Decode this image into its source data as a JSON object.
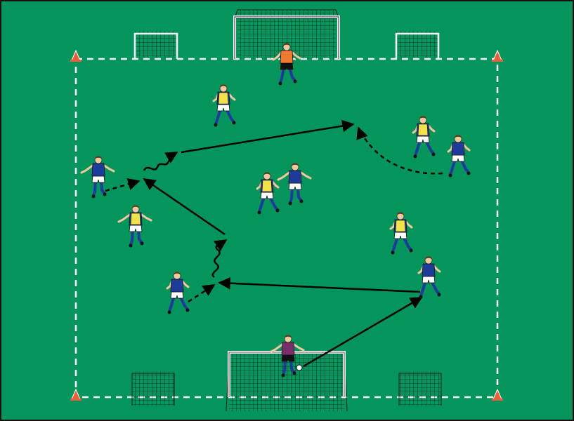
{
  "diagram": {
    "colors": {
      "pitch": "#04955c",
      "border": "#111111",
      "lines": "#ffffff",
      "cone": "#e8603a",
      "team_blue_shirt": "#1f3b9a",
      "team_blue_shorts": "#ffffff",
      "bib_yellow": "#f2e24a",
      "keeper_orange": "#f07a32",
      "keeper_purple": "#7a2f6b",
      "arrow": "#000000"
    },
    "goals": [
      {
        "name": "main-goal-top",
        "kind": "full"
      },
      {
        "name": "main-goal-bottom",
        "kind": "full"
      },
      {
        "name": "mini-goal-top-left",
        "kind": "mini"
      },
      {
        "name": "mini-goal-top-right",
        "kind": "mini"
      },
      {
        "name": "mini-goal-bottom-left",
        "kind": "mini"
      },
      {
        "name": "mini-goal-bottom-right",
        "kind": "mini"
      }
    ],
    "players": [
      {
        "id": "gk-top",
        "role": "goalkeeper",
        "shirt": "keeper_orange"
      },
      {
        "id": "gk-bottom",
        "role": "goalkeeper",
        "shirt": "keeper_purple"
      },
      {
        "id": "blue-left-wing",
        "role": "attacker",
        "shirt": "team_blue_shirt"
      },
      {
        "id": "blue-left-back",
        "role": "attacker",
        "shirt": "team_blue_shirt"
      },
      {
        "id": "blue-centre",
        "role": "attacker",
        "shirt": "team_blue_shirt"
      },
      {
        "id": "blue-right-top",
        "role": "attacker",
        "shirt": "team_blue_shirt"
      },
      {
        "id": "blue-right-mid",
        "role": "attacker",
        "shirt": "team_blue_shirt"
      },
      {
        "id": "yellow-top",
        "role": "defender",
        "shirt": "bib_yellow"
      },
      {
        "id": "yellow-left",
        "role": "defender",
        "shirt": "bib_yellow"
      },
      {
        "id": "yellow-centre",
        "role": "defender",
        "shirt": "bib_yellow"
      },
      {
        "id": "yellow-right-top",
        "role": "defender",
        "shirt": "bib_yellow"
      },
      {
        "id": "yellow-right-mid",
        "role": "defender",
        "shirt": "bib_yellow"
      }
    ],
    "movements": [
      {
        "type": "pass",
        "from": "gk-bottom",
        "to": "blue-right-mid"
      },
      {
        "type": "pass",
        "from": "blue-right-mid",
        "to": "blue-left-back"
      },
      {
        "type": "run",
        "from": "blue-left-back"
      },
      {
        "type": "dribble",
        "from": "blue-left-back"
      },
      {
        "type": "pass",
        "from": "blue-left-back",
        "to": "blue-left-wing"
      },
      {
        "type": "run",
        "from": "blue-left-wing"
      },
      {
        "type": "dribble",
        "from": "blue-left-wing"
      },
      {
        "type": "pass",
        "from": "blue-left-wing",
        "to": "blue-right-top"
      },
      {
        "type": "run",
        "from": "blue-right-top"
      }
    ]
  }
}
